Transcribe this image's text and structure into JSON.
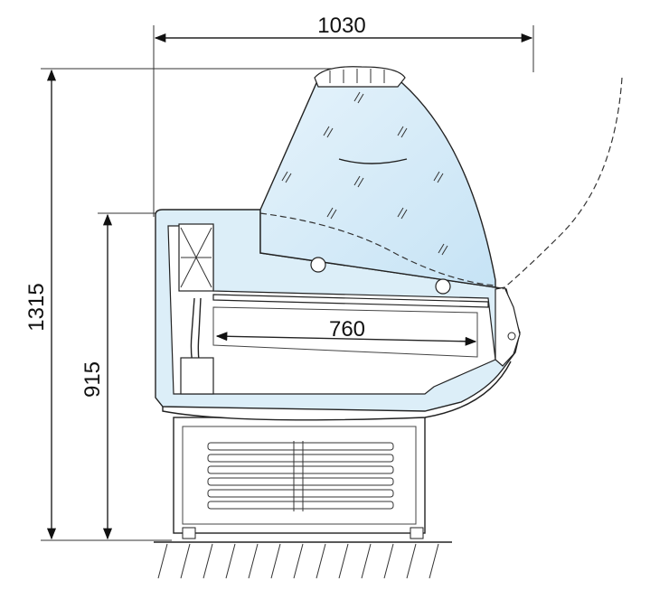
{
  "drawing": {
    "dimensions": {
      "overall_width": "1030",
      "overall_height": "1315",
      "counter_height": "915",
      "shelf_depth": "760"
    },
    "colors": {
      "glass_fill": "#c6e3f5",
      "glass_fill_light": "#e6f3fb",
      "body_fill": "#dceef8",
      "line": "#222222"
    }
  }
}
